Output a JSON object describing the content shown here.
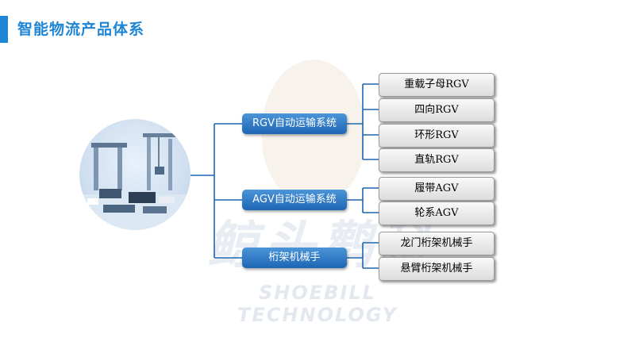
{
  "page": {
    "title": "智能物流产品体系"
  },
  "watermark": {
    "text_cn": "鲸头鹳科",
    "text_en": "SHOEBILL TECHNOLOGY"
  },
  "categories": [
    {
      "label": "RGV自动运输系统",
      "children": [
        "重载子母RGV",
        "四向RGV",
        "环形RGV",
        "直轨RGV"
      ]
    },
    {
      "label": "AGV自动运输系统",
      "children": [
        "履带AGV",
        "轮系AGV"
      ]
    },
    {
      "label": "桁架机械手",
      "children": [
        "龙门桁架机械手",
        "悬臂桁架机械手"
      ]
    }
  ],
  "colors": {
    "accent": "#1f86d6",
    "category": "#2e78c6",
    "line": "#1e66b4"
  }
}
